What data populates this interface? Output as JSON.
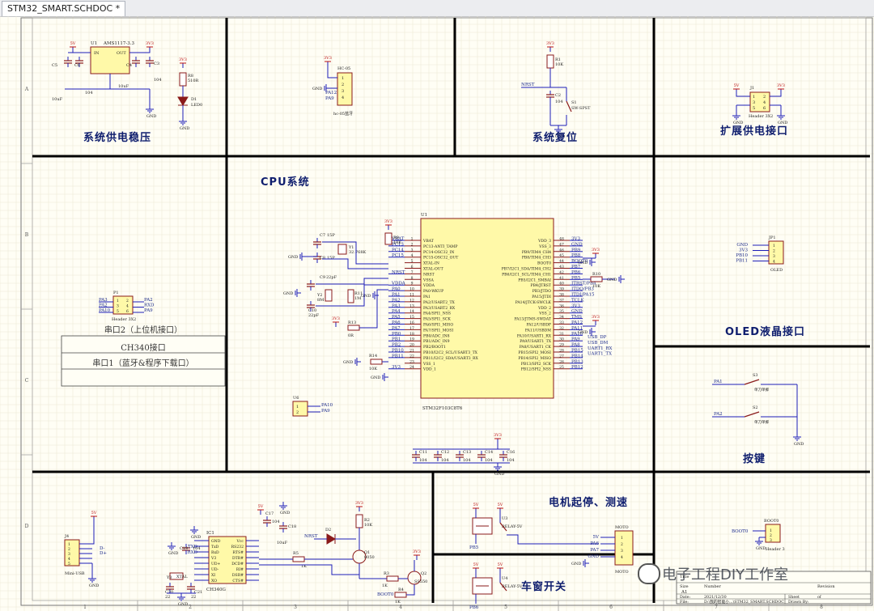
{
  "tab": {
    "title": "STM32_SMART.SCHDOC *"
  },
  "zones": {
    "columns": [
      "1",
      "2",
      "3",
      "4",
      "5",
      "6",
      "7",
      "8"
    ],
    "rows": [
      "A",
      "B",
      "C",
      "D"
    ]
  },
  "sections": {
    "power": "系统供电稳压",
    "reset": "系统复位",
    "ext_power": "扩展供电接口",
    "cpu": "CPU系统",
    "oled": "OLED液晶接口",
    "keys": "按键",
    "motor": "电机起停、测速",
    "window": "车窗开关"
  },
  "serial_box": {
    "port2": "串口2（上位机接口）",
    "ch340": "CH340接口",
    "port1": "串口1（蓝牙&程序下载口）"
  },
  "power_block": {
    "reg_ref": "U1",
    "reg_name": "AMS1117-3.3",
    "pin_in": "IN",
    "pin_out": "OUT",
    "net_5v": "5V",
    "net_3v3": "3V3",
    "c5": "C5",
    "c5_val": "10uF",
    "c6": "C6",
    "c6_val": "104",
    "c3": "C3",
    "c3_val": "104",
    "c4": "C4",
    "c4_val": "10uF",
    "r_led": "R8",
    "r_led_val": "510R",
    "led": "D1",
    "led_val": "LED0",
    "gnd": "GND"
  },
  "hc05": {
    "ref": "HC-05",
    "label": "hc-05蓝牙",
    "pins": [
      "PA12",
      "PA9"
    ]
  },
  "reset_block": {
    "r": "R1",
    "r_val": "10K",
    "c": "C2",
    "c_val": "104",
    "sw": "S1",
    "sw_val": "SW-SPST",
    "net": "NRST"
  },
  "j1": {
    "ref": "J1",
    "name": "Header 3X2",
    "left": "5V",
    "right": "3V3"
  },
  "mcu": {
    "ref": "U1",
    "part": "STM32F103C8T6",
    "left_pins": [
      {
        "num": "1",
        "name": "VBAT"
      },
      {
        "num": "2",
        "name": "PC13-ANTI_TAMP"
      },
      {
        "num": "3",
        "name": "PC14-OSC32_IN"
      },
      {
        "num": "4",
        "name": "PC15-OSC32_OUT"
      },
      {
        "num": "5",
        "name": "XTAL-IN"
      },
      {
        "num": "6",
        "name": "XTAL-OUT"
      },
      {
        "num": "7",
        "name": "NRST"
      },
      {
        "num": "8",
        "name": "VSSA"
      },
      {
        "num": "9",
        "name": "VDDA"
      },
      {
        "num": "10",
        "name": "PA0-WKUP"
      },
      {
        "num": "11",
        "name": "PA1"
      },
      {
        "num": "12",
        "name": "PA2/USART2_TX"
      },
      {
        "num": "13",
        "name": "PA3/USART2_RX"
      },
      {
        "num": "14",
        "name": "PA4/SPI1_NSS"
      },
      {
        "num": "15",
        "name": "PA5/SPI1_SCK"
      },
      {
        "num": "16",
        "name": "PA6/SPI1_MISO"
      },
      {
        "num": "17",
        "name": "PA7/SPI1_MOSI"
      },
      {
        "num": "18",
        "name": "PB0/ADC_IN8"
      },
      {
        "num": "19",
        "name": "PB1/ADC_IN9"
      },
      {
        "num": "20",
        "name": "PB2/BOOT1"
      },
      {
        "num": "21",
        "name": "PB10/I2C2_SCL/USART3_TX"
      },
      {
        "num": "22",
        "name": "PB11/I2C2_SDA/USART3_RX"
      },
      {
        "num": "23",
        "name": "VSS_1"
      },
      {
        "num": "24",
        "name": "VDD_1"
      }
    ],
    "right_pins": [
      {
        "num": "48",
        "name": "VDD_3"
      },
      {
        "num": "47",
        "name": "VSS_3"
      },
      {
        "num": "46",
        "name": "PB9/TIM4_CH4"
      },
      {
        "num": "45",
        "name": "PB8/TIM4_CH3"
      },
      {
        "num": "44",
        "name": "BOOT0"
      },
      {
        "num": "43",
        "name": "PB7/I2C1_SDA/TIM4_CH2"
      },
      {
        "num": "42",
        "name": "PB6/I2C1_SCL/TIM4_CH1"
      },
      {
        "num": "41",
        "name": "PB5/I2C1_SMBAI"
      },
      {
        "num": "40",
        "name": "PB4/JTRST"
      },
      {
        "num": "39",
        "name": "PB3/JTDO"
      },
      {
        "num": "38",
        "name": "PA15/JTDI"
      },
      {
        "num": "37",
        "name": "PA14/JTCK-SWCLK"
      },
      {
        "num": "36",
        "name": "VDD_2"
      },
      {
        "num": "35",
        "name": "VSS_2"
      },
      {
        "num": "34",
        "name": "PA13/JTMS-SWDAT"
      },
      {
        "num": "33",
        "name": "PA12/USBDP"
      },
      {
        "num": "32",
        "name": "PA11/USBDM"
      },
      {
        "num": "31",
        "name": "PA10/USART1_RX"
      },
      {
        "num": "30",
        "name": "PA9/USART1_TX"
      },
      {
        "num": "29",
        "name": "PA8/USART1_CK"
      },
      {
        "num": "28",
        "name": "PB15/SPI2_MOSI"
      },
      {
        "num": "27",
        "name": "PB14/SPI2_MISO"
      },
      {
        "num": "26",
        "name": "PB13/SPI2_SCK"
      },
      {
        "num": "25",
        "name": "PB12/SPI2_NSS"
      }
    ],
    "left_nets": [
      "VBAT",
      "PC13",
      "PC14",
      "PC15",
      "",
      "",
      "NRST",
      "",
      "VDDA",
      "PA0",
      "PA1",
      "PA2",
      "PA3",
      "PA4",
      "PA5",
      "PA6",
      "PA7",
      "PB0",
      "PB1",
      "PB2",
      "PB10",
      "PB11",
      "",
      "3V3"
    ],
    "right_nets": [
      "3V3",
      "GND",
      "PB9",
      "PB8",
      "BOOT0",
      "PB7",
      "PB6",
      "PB5",
      "JTRST/PB4",
      "JTDO/PB3",
      "JTDI/PA15",
      "TCLK",
      "3V3",
      "GND",
      "TMS",
      "PA12",
      "PA11",
      "PA10",
      "PA9",
      "PA8",
      "PB15",
      "PB14",
      "PB13",
      "PB12"
    ],
    "usb_labels": [
      "USB_DP",
      "USB_DM",
      "UART1_RX",
      "UART1_TX"
    ]
  },
  "osc": {
    "y1": "Y1",
    "y1_val": "32.768K",
    "c7": "C7",
    "c7_val": "15P",
    "c8": "C8",
    "c8_val": "15P",
    "y2": "Y2",
    "y2_val": "8M",
    "r11": "R11",
    "r11_val": "1M",
    "c9": "C9",
    "c9_val": "22pF",
    "c10": "C10",
    "c10_val": "22pF",
    "r9": "R9",
    "r9_val": "10K",
    "r13": "R13",
    "r13_val": "0R",
    "r14": "R14",
    "r14_val": "10K",
    "r10": "R10",
    "r10_val": "10K"
  },
  "decoupling": {
    "caps": [
      "C11",
      "C12",
      "C13",
      "C14",
      "C16"
    ],
    "value": "104",
    "net": "3V3"
  },
  "p1": {
    "ref": "P1",
    "name": "Header 3X2",
    "left": [
      "PA3",
      "PA2",
      "PA10"
    ],
    "right": [
      "PA2",
      "RXD",
      "PA9"
    ]
  },
  "u6": {
    "ref": "U6",
    "pins": [
      "PA10",
      "PA9"
    ]
  },
  "oled": {
    "ref": "JP1",
    "name": "OLED",
    "nets": [
      "GND",
      "3V3",
      "PB10",
      "PB11"
    ]
  },
  "keys": {
    "s3": "S3",
    "s2": "S2",
    "net_a": "PA1",
    "net_b": "PA2",
    "sw_label": "单刀单掷"
  },
  "usb": {
    "ref": "J4",
    "name": "Mini-USB",
    "nets": [
      "5V",
      "D-",
      "D+"
    ]
  },
  "ch340": {
    "ref": "IC1",
    "part": "CH340G",
    "left_pins": [
      "GND",
      "TxD",
      "RxD",
      "V3",
      "UD+",
      "UD-",
      "XI",
      "XO"
    ],
    "right_pins": [
      "Vcc",
      "RS232",
      "RTS#",
      "DTR#",
      "DCD#",
      "RI#",
      "DSR#",
      "CTS#"
    ],
    "c19": "C19",
    "c19_val": "104",
    "c17": "C17",
    "c17_val": "104",
    "c18": "C18",
    "c18_val": "10uF",
    "y3": "Y3",
    "y3_val": "XTAL",
    "c20": "C20",
    "c20_val": "22",
    "c21": "C21",
    "c21_val": "22",
    "r5": "R5",
    "r5_val": "1K",
    "d2": "D2",
    "q1": "Q1",
    "q1_val": "8050",
    "q2": "Q2",
    "q2_val": "SS550",
    "r3": "R3",
    "r3_val": "1K",
    "r4": "R4",
    "r4_val": "1K",
    "r2": "R2",
    "r2_val": "10K",
    "nrst": "NRST",
    "boot0": "BOOT0"
  },
  "motor": {
    "u3": "U3",
    "u3_val": "RELAY-5V",
    "u4": "U4",
    "u4_val": "RELAY-5V",
    "pb5": "PB5",
    "pb6": "PB6",
    "net_5v": "5V",
    "conn": "MOTO",
    "conn_nets": [
      "5V",
      "PA6",
      "PA7",
      "GND"
    ]
  },
  "boot_hdr": {
    "ref": "BOOT0",
    "name": "Header 3",
    "nets": [
      "BOOT0",
      "GND"
    ]
  },
  "title_block": {
    "title": "Title",
    "size": "Size",
    "number": "Number",
    "revision": "Revision",
    "size_val": "A1",
    "date": "Date:",
    "date_val": "2021/12/30",
    "file": "File:",
    "file_val": "D:\\我的智能小...\\STM32_SMART.SCHDOC",
    "sheet": "Sheet",
    "of": "of",
    "drawn": "Drawn By:"
  },
  "watermark": {
    "text": "电子工程DIY工作室"
  },
  "colors": {
    "wire": "#1d1db8",
    "comp": "#8a1a1a",
    "fill": "#fff9a8",
    "grid": "#ede8d6",
    "title": "#0f1e6e",
    "divider": "#000000"
  }
}
